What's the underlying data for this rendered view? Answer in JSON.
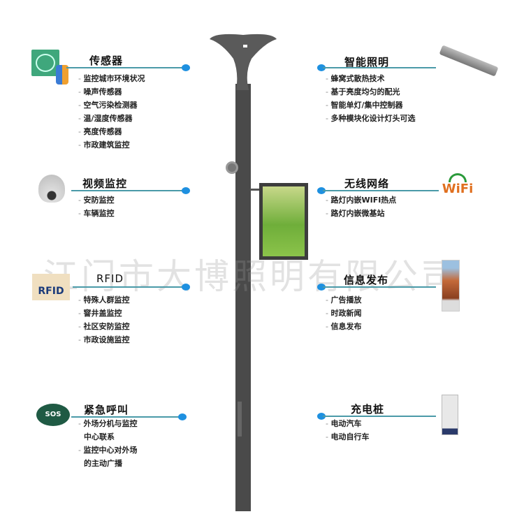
{
  "watermark": "江门市大博照明有限公司",
  "left": [
    {
      "title": "传感器",
      "items": [
        "监控城市环境状况",
        "噪声传感器",
        "空气污染检测器",
        "温/湿度传感器",
        "亮度传感器",
        "市政建筑监控"
      ]
    },
    {
      "title": "视频监控",
      "items": [
        "安防监控",
        "车辆监控"
      ]
    },
    {
      "title": "RFID",
      "items": [
        "特殊人群监控",
        "窨井盖监控",
        "社区安防监控",
        "市政设施监控"
      ]
    },
    {
      "title": "紧急呼叫",
      "items": [
        "外场分机与监控",
        "中心联系",
        "监控中心对外场",
        "的主动广播"
      ]
    }
  ],
  "right": [
    {
      "title": "智能照明",
      "items": [
        "蜂窝式散热技术",
        "基于亮度均匀的配光",
        "智能单灯/集中控制器",
        "多种模块化设计灯头可选"
      ]
    },
    {
      "title": "无线网络",
      "items": [
        "路灯内嵌WIFI热点",
        "路灯内嵌微基站"
      ]
    },
    {
      "title": "信息发布",
      "items": [
        "广告播放",
        "时政新闻",
        "信息发布"
      ]
    },
    {
      "title": "充电桩",
      "items": [
        "电动汽车",
        "电动自行车"
      ]
    }
  ],
  "icons": {
    "rfid_label": "RFID",
    "wifi_label": "WiFi",
    "sos_label": "SOS"
  },
  "colors": {
    "line": "#4a9aa8",
    "dot": "#1e90e0",
    "pole": "#4a4a4a"
  }
}
